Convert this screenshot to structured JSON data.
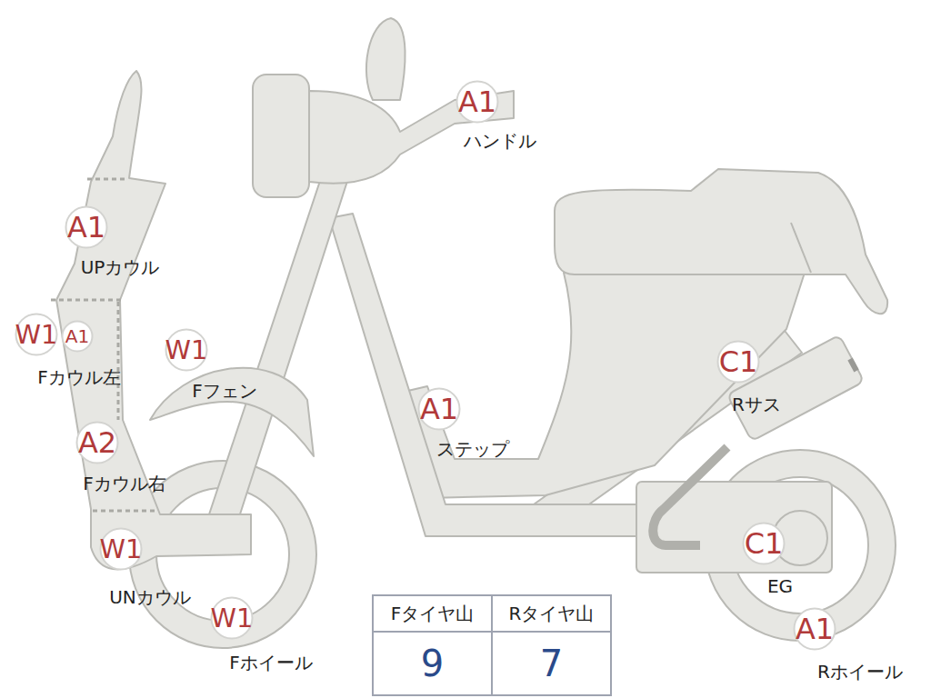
{
  "diagram": {
    "nodes": [
      {
        "text": [
          "A1",
          "ハンドル"
        ]
      },
      {
        "text": [
          "A1",
          "UPカウル"
        ]
      },
      {
        "text": [
          "W1",
          "Fカウル左"
        ]
      },
      {
        "text": [
          "A1"
        ]
      },
      {
        "text": [
          "W1",
          "Fフェン"
        ]
      },
      {
        "text": [
          "A1",
          "ステップ"
        ]
      },
      {
        "text": [
          "C1",
          "Rサス"
        ]
      },
      {
        "text": [
          "A2",
          "Fカウル右"
        ]
      },
      {
        "text": [
          "W1",
          "UNカウル"
        ]
      },
      {
        "text": [
          "C1",
          "EG"
        ]
      },
      {
        "text": [
          "W1",
          "Fホイール"
        ]
      },
      {
        "text": [
          "A1",
          "Rホイール"
        ]
      }
    ],
    "labels": [
      "Fタイヤ山",
      "Rタイヤ山",
      "9",
      "7"
    ]
  }
}
